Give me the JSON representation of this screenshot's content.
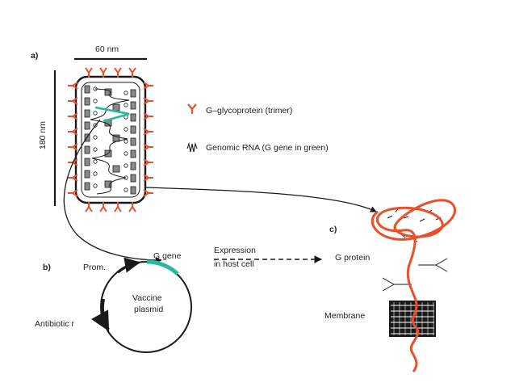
{
  "panels": {
    "a": "a)",
    "b": "b)",
    "c": "c)"
  },
  "virion": {
    "width_label": "60 nm",
    "height_label": "180 nm"
  },
  "legend": {
    "glycoprotein": "G–glycoprotein (trimer)",
    "rna": "Genomic RNA (G gene in green)"
  },
  "plasmid": {
    "gene": "G gene",
    "promoter": "Prom.",
    "antibiotic": "Antibiotic r",
    "name_line1": "Vaccine",
    "name_line2": "plasmid"
  },
  "expression": {
    "line1": "Expression",
    "line2": "in host cell",
    "product": "G protein"
  },
  "membrane": "Membrane",
  "colors": {
    "glycoprotein": "#e8502a",
    "gene": "#2bb89a",
    "outline": "#1a1a1a",
    "protein_fill": "#8a8a8a"
  }
}
